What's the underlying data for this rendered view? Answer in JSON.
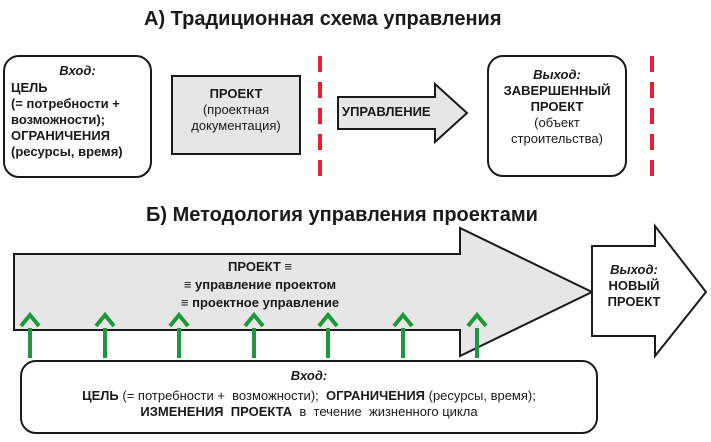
{
  "section_a": {
    "title": "А) Традиционная схема управления",
    "input_box": {
      "heading": "Вход:",
      "lines": [
        "ЦЕЛЬ",
        "(= потребности +",
        "возможности);",
        "ОГРАНИЧЕНИЯ",
        "(ресурсы, время)"
      ]
    },
    "project_box": {
      "lines": [
        "ПРОЕКТ",
        "(проектная",
        "документация)"
      ]
    },
    "arrow_label": "УПРАВЛЕНИЕ",
    "output_box": {
      "heading": "Выход:",
      "lines": [
        "ЗАВЕРШЕННЫЙ",
        "ПРОЕКТ",
        "(объект",
        "строительства)"
      ]
    }
  },
  "section_b": {
    "title": "Б) Методология управления проектами",
    "big_arrow": {
      "lines": [
        "ПРОЕКТ ≡",
        "≡ управление проектом",
        "≡ проектное управление"
      ]
    },
    "output": {
      "heading": "Выход:",
      "lines": [
        "НОВЫЙ",
        "ПРОЕКТ"
      ]
    },
    "input_box": {
      "heading": "Вход:",
      "line1": "ЦЕЛЬ (= потребности +  возможности);  ОГРАНИЧЕНИЯ (ресурсы, время);",
      "line2": "ИЗМЕНЕНИЯ  ПРОЕКТА  в  течение  жизненного цикла"
    },
    "up_arrow_count": 7
  },
  "colors": {
    "dash_red": "#e8202a",
    "arrow_green": "#1a9a3a",
    "fill_gray": "#e6e6e6",
    "stroke": "#1a1a1a"
  }
}
